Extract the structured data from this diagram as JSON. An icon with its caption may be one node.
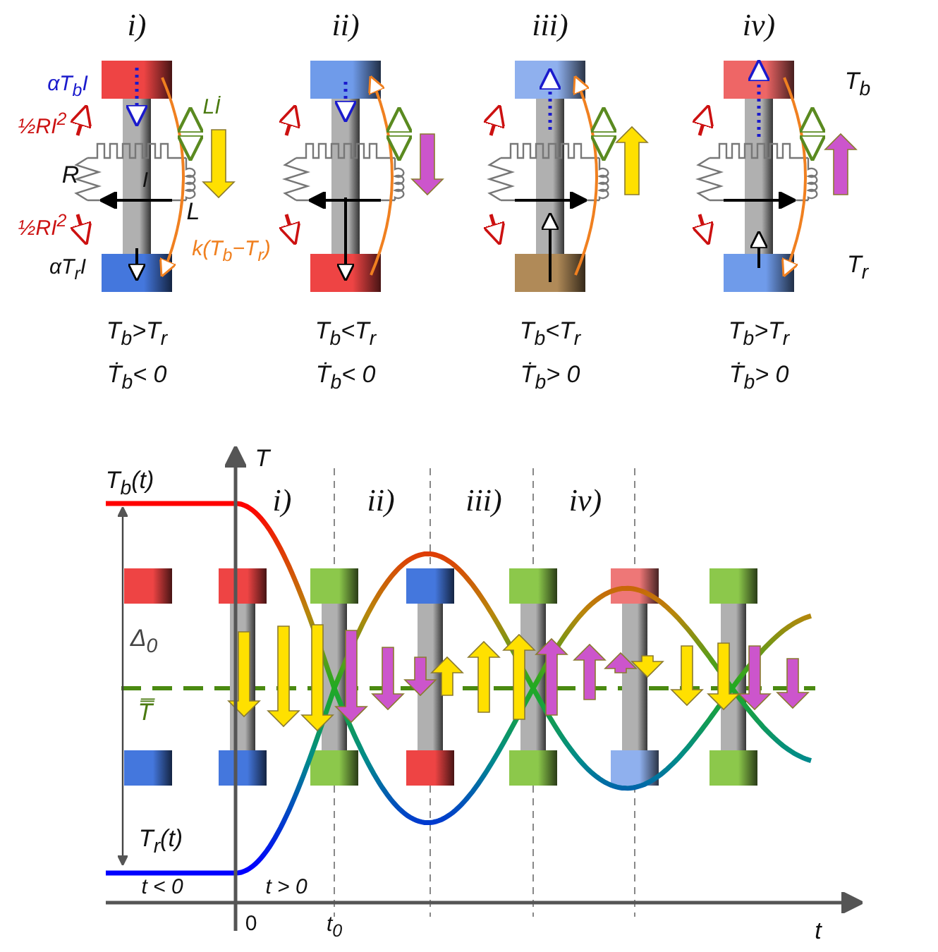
{
  "diagram": {
    "labels": [
      "i)",
      "ii)",
      "iii)",
      "iv)",
      "αT$_{b}$I",
      "T$_{b}$",
      "½RI$^{2}$",
      "Lİ",
      "R",
      "I",
      "L",
      "½RI$^{2}$",
      "k(T$_{b}$−T$_{r}$)",
      "αT$_{r}$I",
      "T$_{r}$",
      "T$_{b}$>T$_{r}$",
      "T$_{b}$<T$_{r}$",
      "T$_{b}$<T$_{r}$",
      "T$_{b}$>T$_{r}$",
      "Ṫ$_{b}$< 0",
      "Ṫ$_{b}$< 0",
      "Ṫ$_{b}$> 0",
      "Ṫ$_{b}$> 0",
      "T",
      "T$_{b}$(t)",
      "i)",
      "ii)",
      "iii)",
      "iv)",
      "Δ$_{0}$",
      "T̿",
      "T$_{r}$(t)",
      "t < 0",
      "t > 0",
      "0",
      "t$_{0}$",
      "t"
    ]
  }
}
